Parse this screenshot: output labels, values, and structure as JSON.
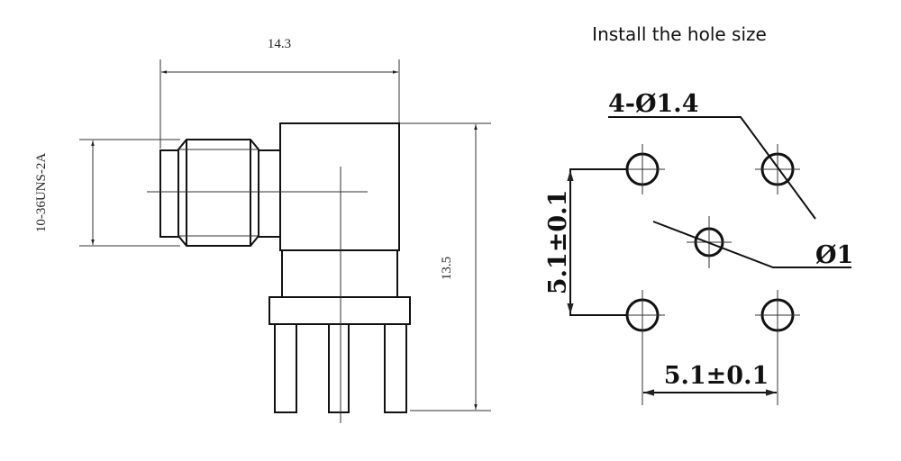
{
  "title": "Install the hole size",
  "connector_drawing": {
    "width_dim": "14.3",
    "height_dim": "13.5",
    "thread_dim": "10-36UNS-2A"
  },
  "hole_layout": {
    "pin_holes_label": "4-Ø1.4",
    "center_hole_label": "Ø1",
    "vertical_spacing": "5.1±0.1",
    "horizontal_spacing": "5.1±0.1"
  },
  "colors": {
    "line": "#111111",
    "background": "#ffffff"
  }
}
